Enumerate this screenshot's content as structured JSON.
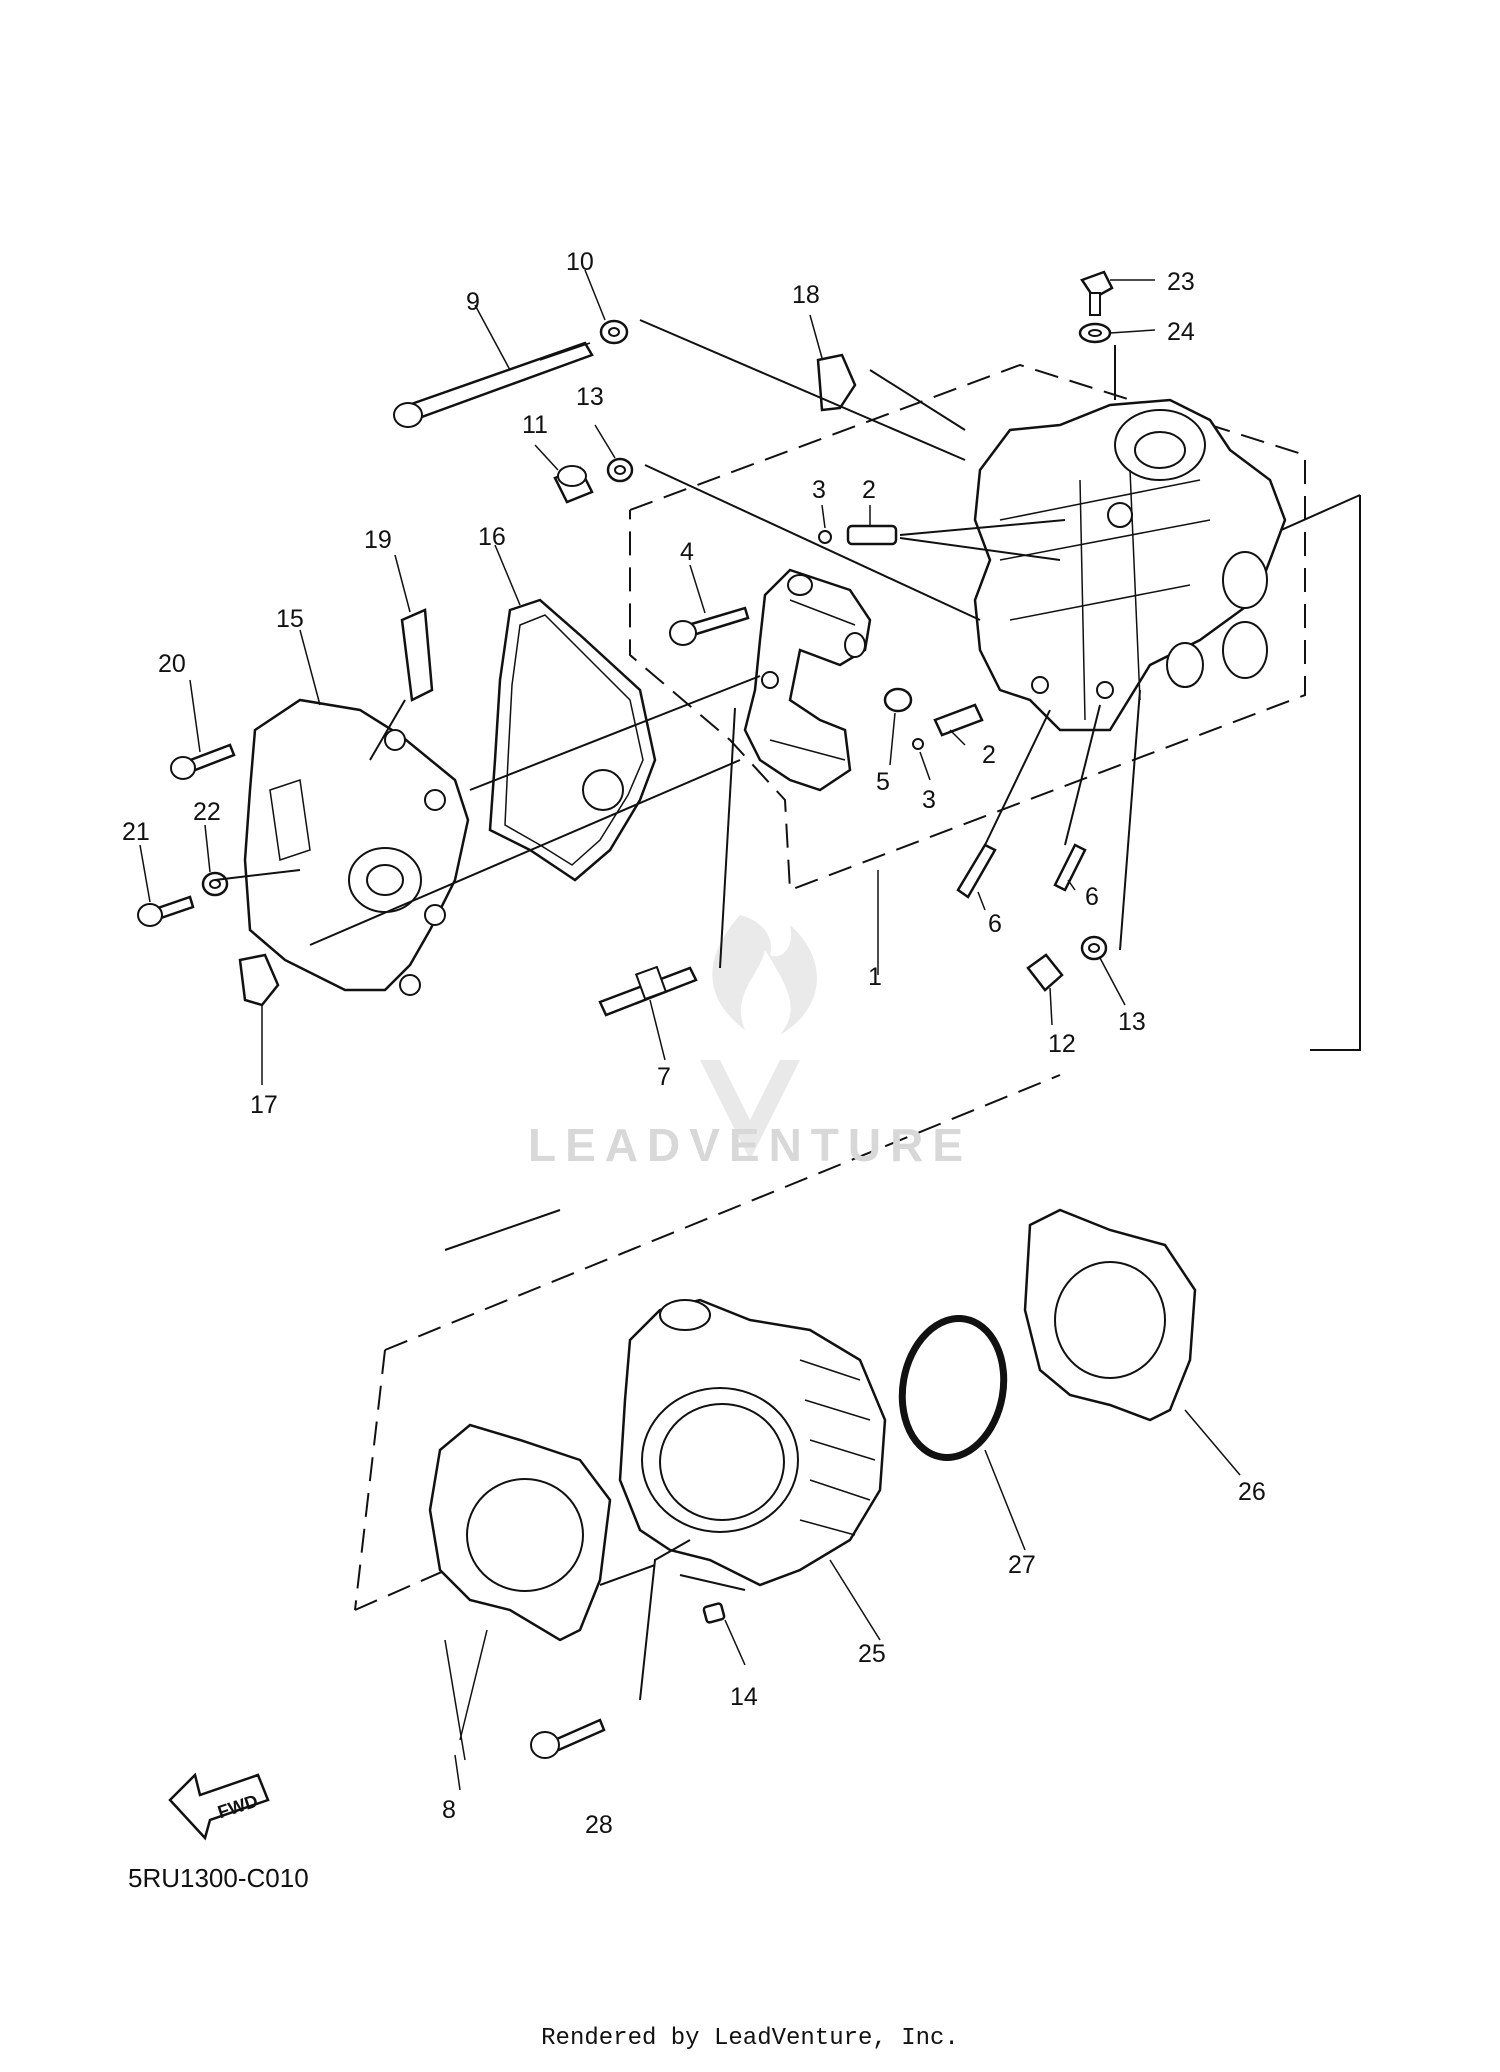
{
  "diagram": {
    "code": "5RU1300-C010",
    "credit": "Rendered by LeadVenture, Inc.",
    "watermark": "LEADVENTURE",
    "fwd_label": "FWD"
  },
  "callouts": [
    {
      "id": "callout-1",
      "label": "1"
    },
    {
      "id": "callout-2a",
      "label": "2"
    },
    {
      "id": "callout-2b",
      "label": "2"
    },
    {
      "id": "callout-3a",
      "label": "3"
    },
    {
      "id": "callout-3b",
      "label": "3"
    },
    {
      "id": "callout-4",
      "label": "4"
    },
    {
      "id": "callout-5",
      "label": "5"
    },
    {
      "id": "callout-6a",
      "label": "6"
    },
    {
      "id": "callout-6b",
      "label": "6"
    },
    {
      "id": "callout-7",
      "label": "7"
    },
    {
      "id": "callout-8",
      "label": "8"
    },
    {
      "id": "callout-9",
      "label": "9"
    },
    {
      "id": "callout-10",
      "label": "10"
    },
    {
      "id": "callout-11",
      "label": "11"
    },
    {
      "id": "callout-12",
      "label": "12"
    },
    {
      "id": "callout-13a",
      "label": "13"
    },
    {
      "id": "callout-13b",
      "label": "13"
    },
    {
      "id": "callout-14",
      "label": "14"
    },
    {
      "id": "callout-15",
      "label": "15"
    },
    {
      "id": "callout-16",
      "label": "16"
    },
    {
      "id": "callout-17",
      "label": "17"
    },
    {
      "id": "callout-18",
      "label": "18"
    },
    {
      "id": "callout-19",
      "label": "19"
    },
    {
      "id": "callout-20",
      "label": "20"
    },
    {
      "id": "callout-21",
      "label": "21"
    },
    {
      "id": "callout-22",
      "label": "22"
    },
    {
      "id": "callout-23",
      "label": "23"
    },
    {
      "id": "callout-24",
      "label": "24"
    },
    {
      "id": "callout-25",
      "label": "25"
    },
    {
      "id": "callout-26",
      "label": "26"
    },
    {
      "id": "callout-27",
      "label": "27"
    },
    {
      "id": "callout-28",
      "label": "28"
    }
  ]
}
